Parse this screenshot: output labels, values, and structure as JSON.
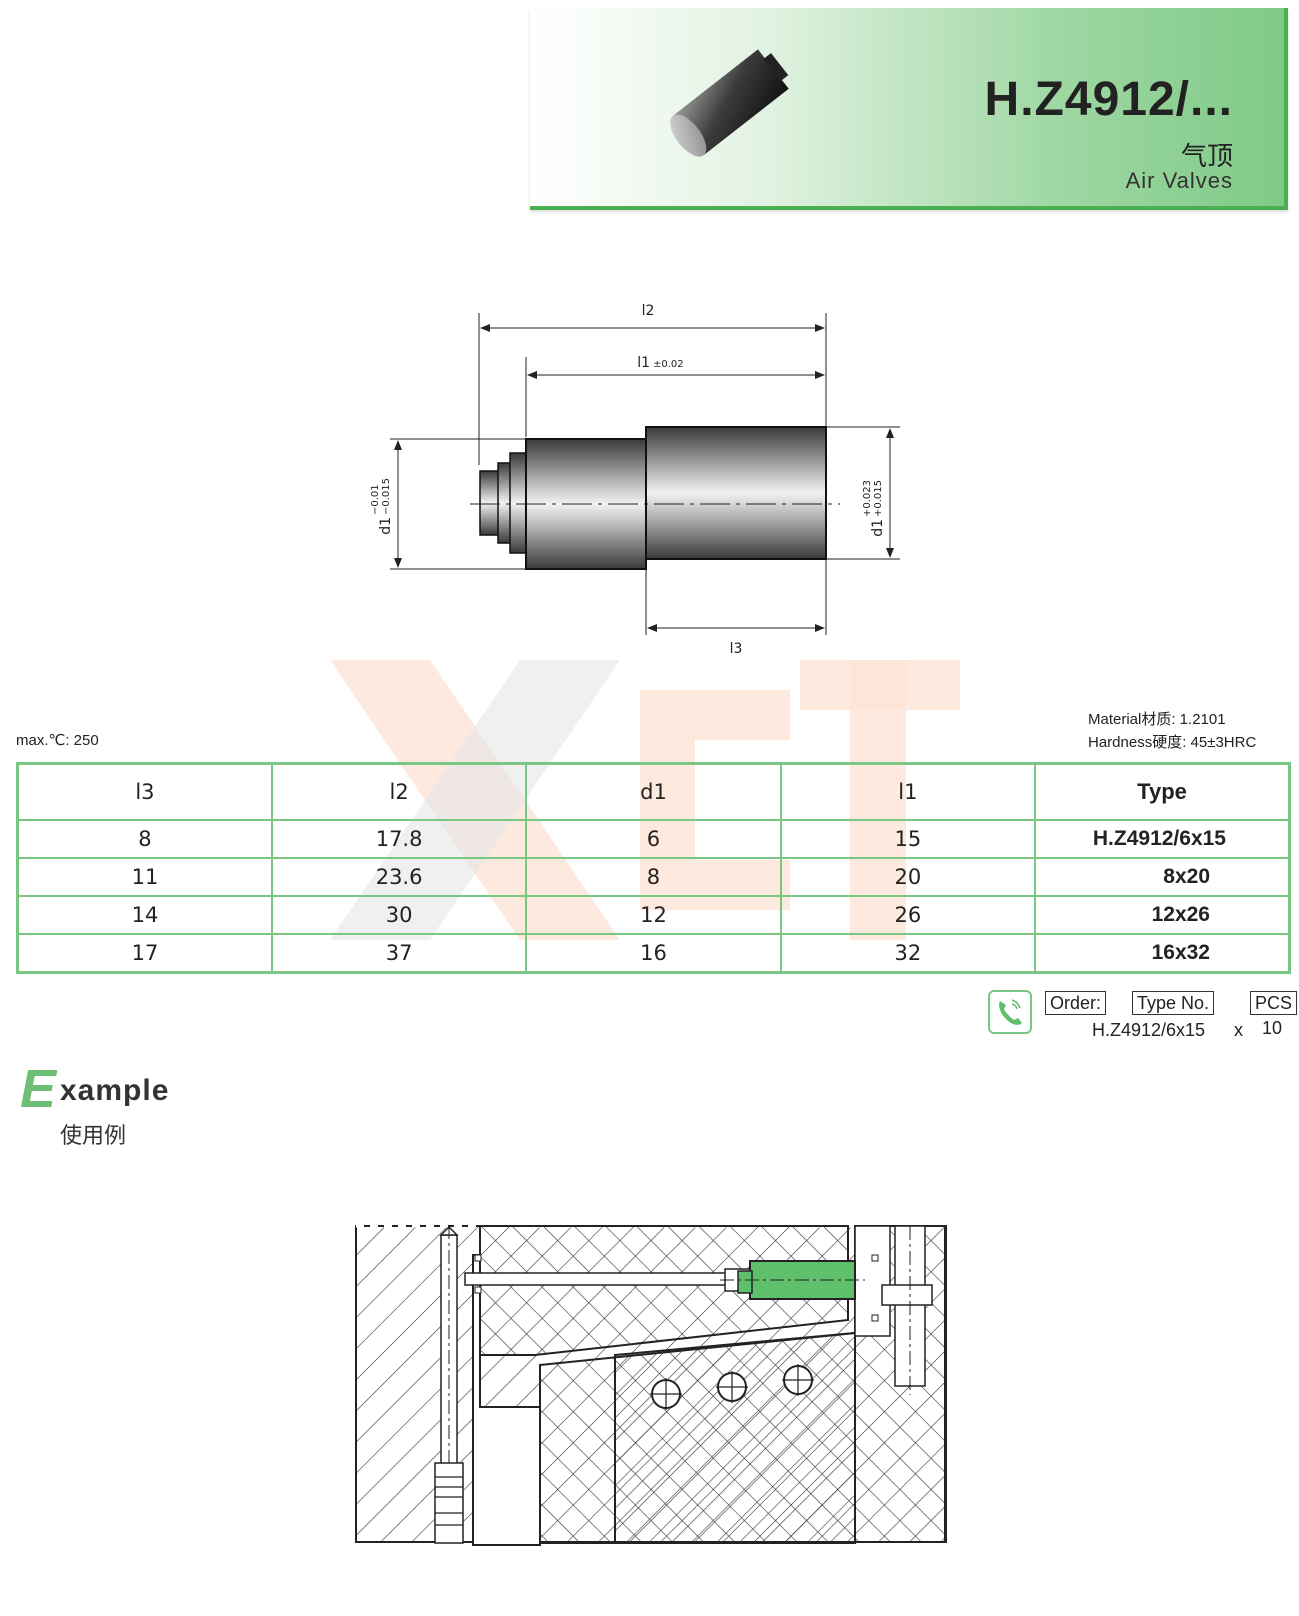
{
  "header": {
    "title": "H.Z4912/...",
    "subtitle_cn": "气顶",
    "subtitle_en": "Air Valves"
  },
  "drawing": {
    "dim_l2": "l2",
    "dim_l1": "l1",
    "dim_l1_tol": "±0.02",
    "dim_l3": "l3",
    "dim_d1_left": "d1",
    "dim_d1_left_tol_upper": "−0.01",
    "dim_d1_left_tol_lower": "−0.015",
    "dim_d1_right": "d1",
    "dim_d1_right_tol_upper": "+0.023",
    "dim_d1_right_tol_lower": "+0.015"
  },
  "specs": {
    "max_temp": "max.℃: 250",
    "material": "Material材质: 1.2101",
    "hardness": "Hardness硬度: 45±3HRC"
  },
  "table": {
    "headers": [
      "l3",
      "l2",
      "d1",
      "l1",
      "Type"
    ],
    "rows": [
      [
        "8",
        "17.8",
        "6",
        "15",
        "H.Z4912/6x15"
      ],
      [
        "11",
        "23.6",
        "8",
        "20",
        "8x20"
      ],
      [
        "14",
        "30",
        "12",
        "26",
        "12x26"
      ],
      [
        "17",
        "37",
        "16",
        "32",
        "16x32"
      ]
    ]
  },
  "order": {
    "order_label": "Order:",
    "type_label": "Type No.",
    "pcs_label": "PCS",
    "type_value": "H.Z4912/6x15",
    "times": "x",
    "pcs_value": "10"
  },
  "example": {
    "initial": "E",
    "rest": "xample",
    "cn": "使用例"
  },
  "colors": {
    "accent_green": "#79c783",
    "part_green": "#5fbf6a"
  }
}
